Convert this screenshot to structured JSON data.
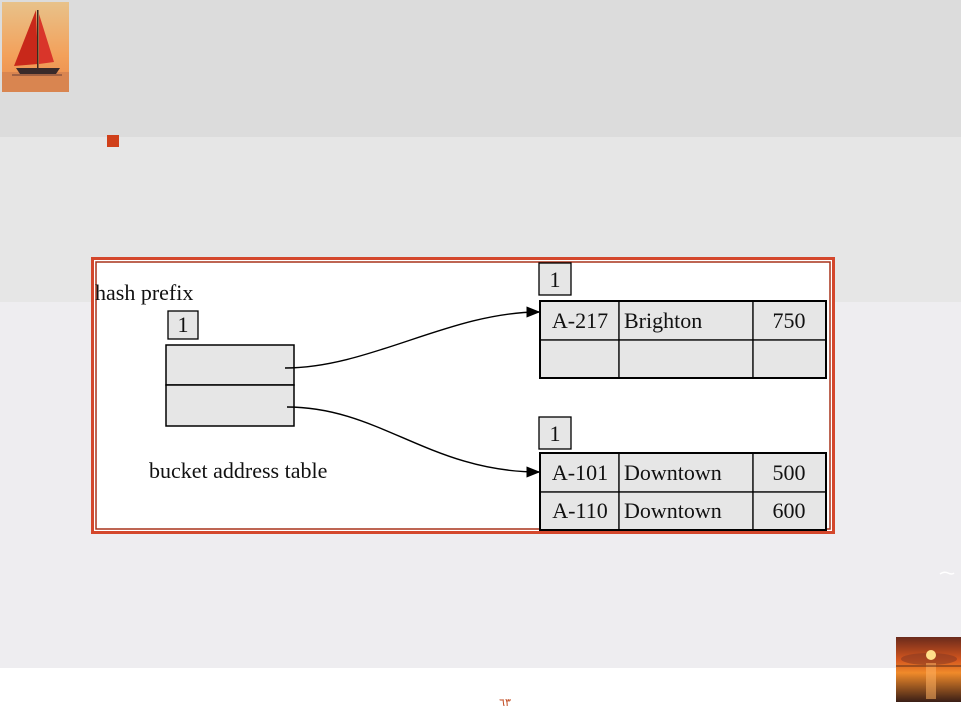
{
  "figure": {
    "hash_prefix_label": "hash prefix",
    "hash_prefix_value": "1",
    "table_label": "bucket address table",
    "buckets": [
      {
        "local_depth": "1",
        "records": [
          [
            "A-217",
            "Brighton",
            "750"
          ],
          [
            "",
            "",
            ""
          ]
        ]
      },
      {
        "local_depth": "1",
        "records": [
          [
            "A-101",
            "Downtown",
            "500"
          ],
          [
            "A-110",
            "Downtown",
            "600"
          ]
        ]
      }
    ]
  },
  "footer": {
    "page_number": "٦٣"
  },
  "colors": {
    "accent": "#d0401a",
    "frame": "#c0391b",
    "cell_fill": "#e6e6e6"
  }
}
